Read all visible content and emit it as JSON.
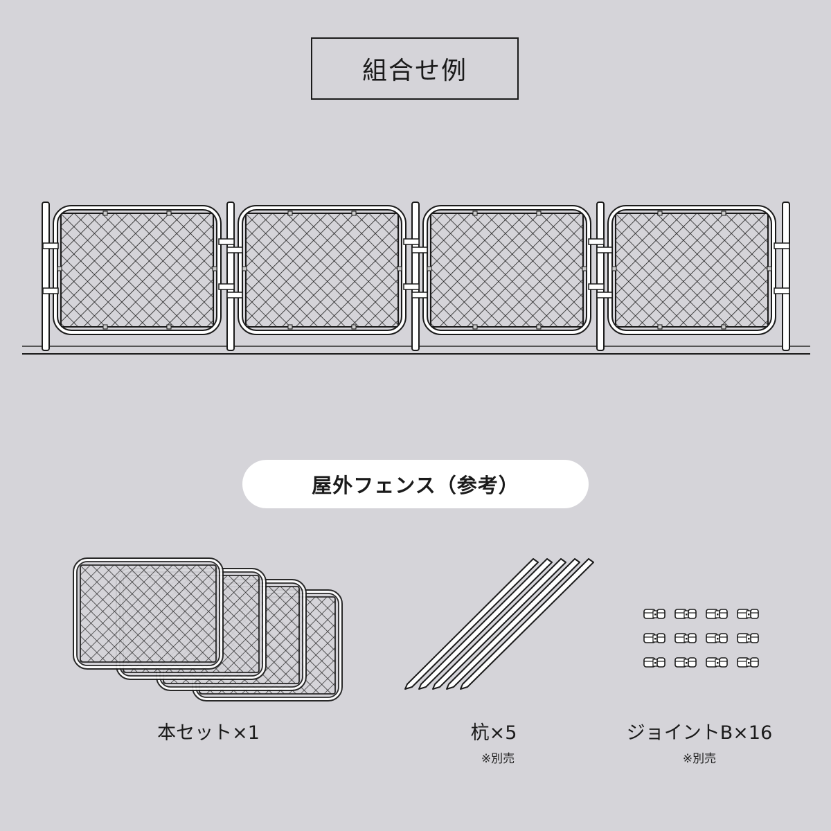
{
  "header": {
    "title": "組合せ例"
  },
  "illustration": {
    "description": "fence-combination",
    "panel_count": 4,
    "post_count": 5
  },
  "section": {
    "pill_label": "屋外フェンス（参考）"
  },
  "items": [
    {
      "name": "main-set",
      "label": "本セット×1",
      "note": ""
    },
    {
      "name": "stakes",
      "label": "杭×5",
      "note": "※別売"
    },
    {
      "name": "joint-b",
      "label": "ジョイントB×16",
      "note": "※別売"
    }
  ],
  "colors": {
    "background": "#d5d4d9",
    "line": "#1a1a1a",
    "pill_bg": "#ffffff",
    "tube": "#ffffff"
  }
}
